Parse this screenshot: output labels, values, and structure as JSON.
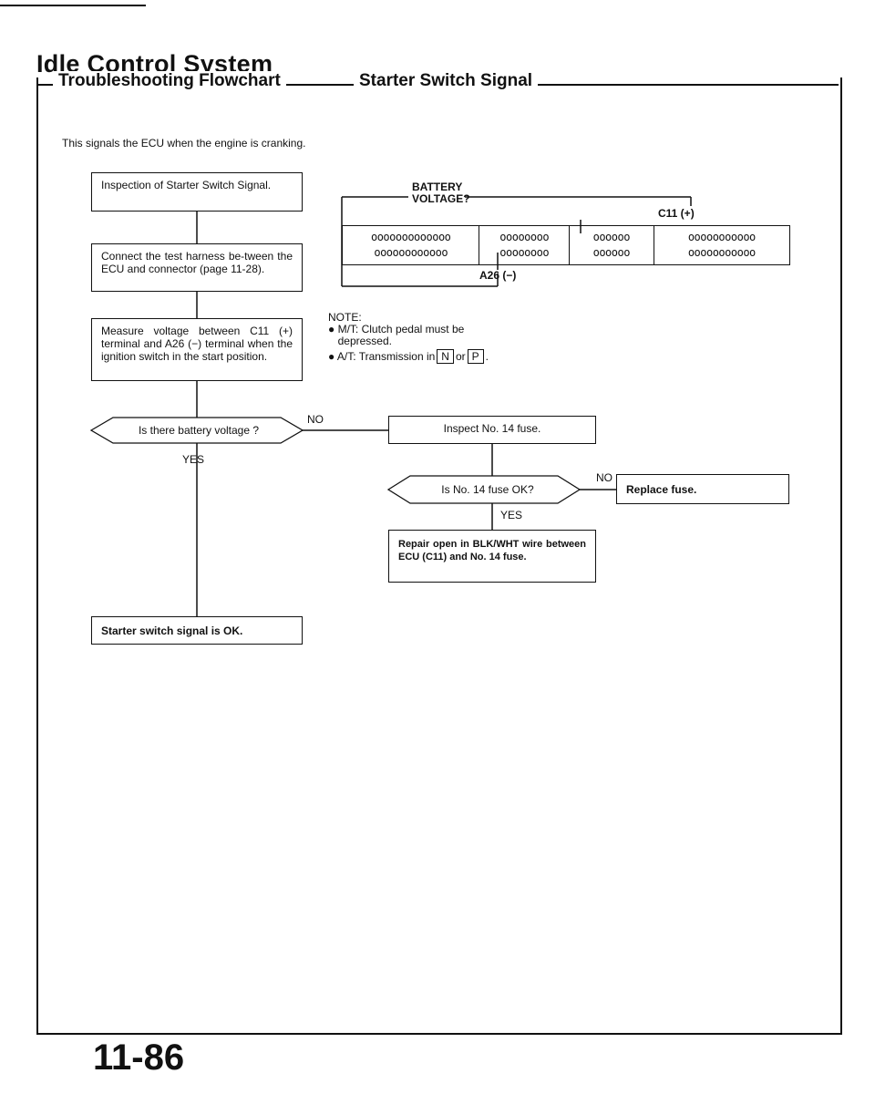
{
  "page": {
    "title": "Idle Control System",
    "section": "Troubleshooting Flowchart",
    "subsection": "Starter Switch Signal",
    "intro": "This signals the ECU when the engine is cranking.",
    "page_number": "11-86"
  },
  "flow": {
    "step1": "Inspection of Starter Switch Signal.",
    "step2": "Connect the test harness be-tween the ECU and connector (page 11-28).",
    "step3": "Measure voltage between C11 (+) terminal and A26 (−) terminal when the ignition switch in the start position.",
    "q1": "Is there battery voltage ?",
    "step4": "Inspect No. 14 fuse.",
    "q2": "Is No. 14 fuse OK?",
    "step5": "Replace fuse.",
    "step6": "Repair open in BLK/WHT wire between ECU (C11) and No. 14 fuse.",
    "result_ok": "Starter switch signal is OK.",
    "yes": "YES",
    "no": "NO"
  },
  "diagram": {
    "battery_label_1": "BATTERY",
    "battery_label_2": "VOLTAGE?",
    "c11_label": "C11 (+)",
    "a26_label": "A26 (−)",
    "connector": [
      {
        "top": "ooooooooooooo",
        "bottom": "oooooooooooo"
      },
      {
        "top": "oooooooo",
        "bottom": "oooooooo"
      },
      {
        "top": "oooooo",
        "bottom": "oooooo"
      },
      {
        "top": "ooooooooooo",
        "bottom": "ooooooooooo"
      }
    ]
  },
  "note": {
    "heading": "NOTE:",
    "item1": "M/T: Clutch pedal must be depressed.",
    "item2_prefix": "A/T: Transmission in",
    "key_n": "N",
    "item2_or": "or",
    "key_p": "P",
    "item2_suffix": "."
  }
}
